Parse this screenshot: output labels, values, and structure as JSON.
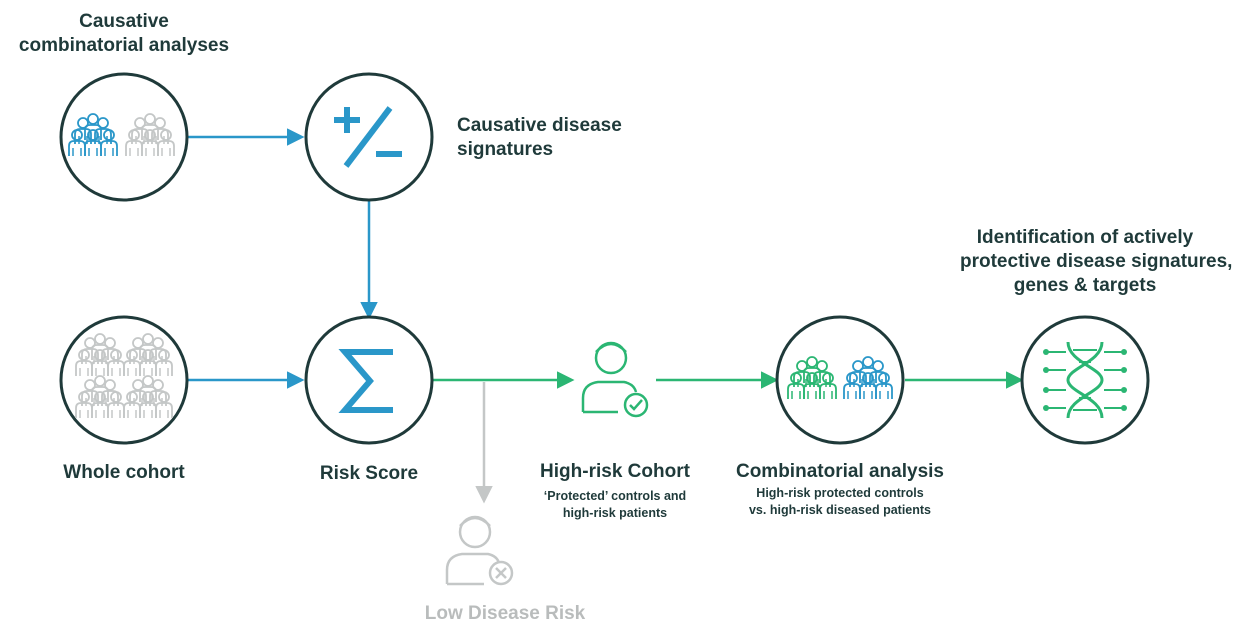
{
  "labels": {
    "causative_analyses": [
      "Causative",
      "combinatorial analyses"
    ],
    "causative_signatures": [
      "Causative disease",
      "signatures"
    ],
    "whole_cohort": "Whole cohort",
    "risk_score": "Risk Score",
    "high_risk_cohort": "High-risk Cohort",
    "high_risk_cohort_sub": [
      "‘Protected’ controls and",
      "high-risk patients"
    ],
    "combinatorial": "Combinatorial analysis",
    "combinatorial_sub": [
      "High-risk protected controls",
      "vs. high-risk diseased patients"
    ],
    "identification": [
      "Identification of actively",
      "protective disease signatures,",
      "genes & targets"
    ],
    "low_risk": "Low Disease Risk"
  },
  "icons": {
    "causative_group": "people-group-icon",
    "plus_minus": "plus-minus-icon",
    "whole_group": "people-crowd-icon",
    "sigma": "sigma-icon",
    "protected_person": "person-check-icon",
    "comparison_group": "people-comparison-icon",
    "dna": "dna-icon",
    "low_risk_person": "person-x-icon"
  },
  "colors": {
    "blue": "#2a97c9",
    "green": "#2bb673",
    "dark": "#1f3a3a",
    "grey": "#c4c7c7",
    "text": "#1f3a3a"
  }
}
